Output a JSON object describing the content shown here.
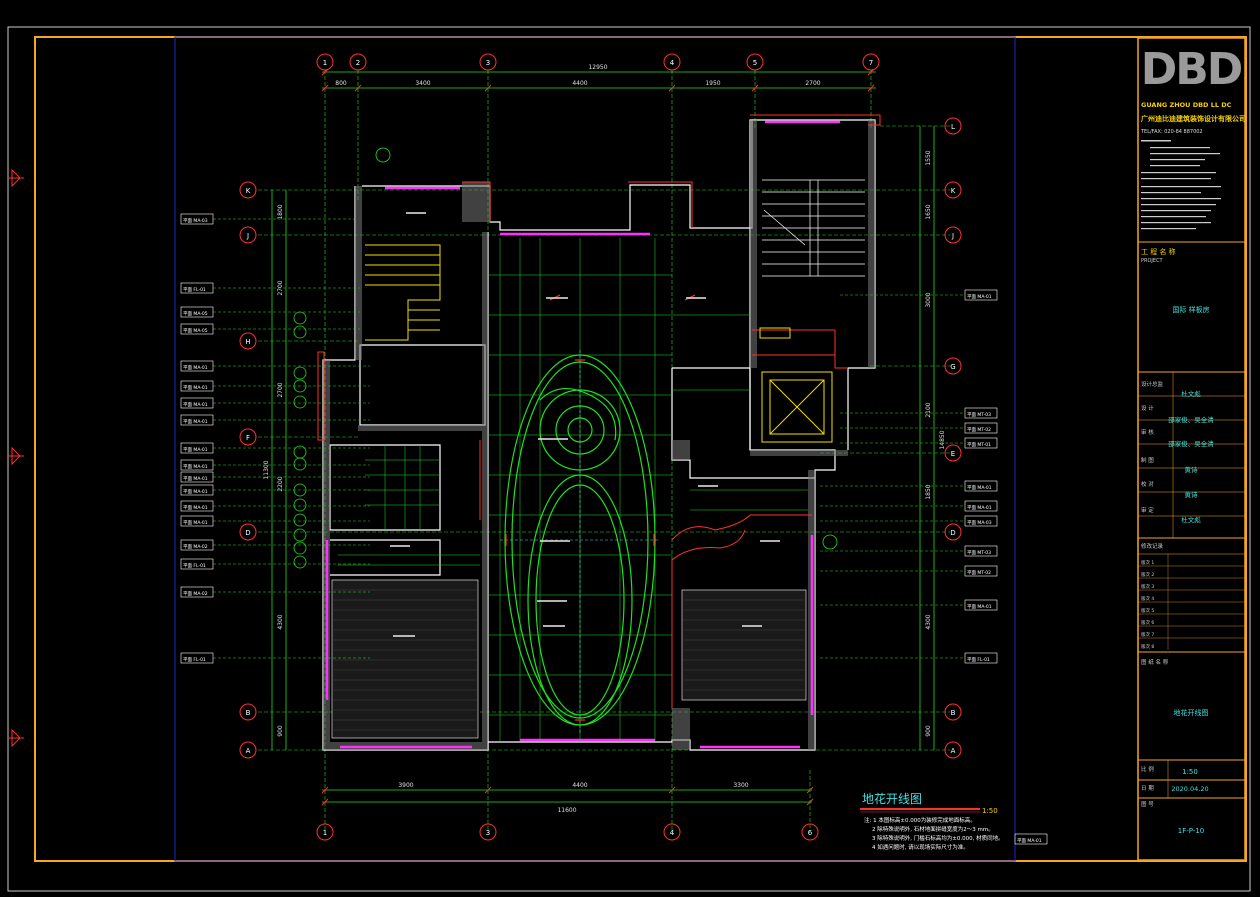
{
  "title_block": {
    "logo": "DBD",
    "company_en": "GUANG ZHOU DBD LL DC",
    "company_cn": "广州迪比迪建筑装饰设计有限公司",
    "tel": "TEL/FAX: 020-84 887002",
    "project_label": "工 程 名 称",
    "project_label_en": "PROJECT",
    "project_name": "国际 样板房",
    "rows": [
      {
        "label": "设计总监",
        "value": "杜文彪"
      },
      {
        "label": "设  计",
        "value": "邵家俊、吴全清"
      },
      {
        "label": "审  核",
        "value": "邵家俊、吴全清"
      },
      {
        "label": "制  图",
        "value": "黄诗"
      },
      {
        "label": "校  对",
        "value": "黄诗"
      },
      {
        "label": "审  定",
        "value": "杜文彪"
      }
    ],
    "revision_title": "修改记录",
    "revisions": [
      "版次 1",
      "版次 2",
      "版次 3",
      "版次 4",
      "版次 5",
      "版次 6",
      "版次 7",
      "版次 8"
    ],
    "drawing_name_label": "图 纸 名 称",
    "drawing_name": "地花开线图",
    "scale_label": "比  例",
    "scale": "1:50",
    "date_label": "日  期",
    "date": "2020.04.20",
    "number_label": "图  号",
    "number": "1F-P-10"
  },
  "drawing": {
    "title": "地花开线图",
    "scale": "1:50",
    "notes": [
      "注: 1 本图标高±0.000为装修完成地面标高。",
      "2 除特殊说明外, 石材地面拼缝宽度为2～3 mm。",
      "3 除特殊说明外, 门槛石标高均为±0.000, 材质同地。",
      "4 如遇问题时, 请以现场实际尺寸为准。"
    ],
    "bottom_tag": "平面 MA-01",
    "top_axes": [
      "1",
      "2",
      "3",
      "4",
      "5",
      "7"
    ],
    "bottom_axes": [
      "1",
      "3",
      "4",
      "6"
    ],
    "left_axes": [
      "K",
      "J",
      "H",
      "F",
      "D",
      "B",
      "A"
    ],
    "right_axes": [
      "L",
      "K",
      "J",
      "G",
      "E",
      "D",
      "B",
      "A"
    ],
    "top_dims": [
      "800",
      "3400",
      "4400",
      "1950",
      "2700"
    ],
    "top_total": "12950",
    "bottom_dims": [
      "3900",
      "4400",
      "3300"
    ],
    "bottom_total": "11600",
    "left_dims": [
      "1800",
      "2700",
      "2700",
      "2200",
      "4300",
      "900"
    ],
    "left_total": "11300",
    "right_dims": [
      "1550",
      "1650",
      "3000",
      "2100",
      "1850",
      "4300",
      "900"
    ],
    "right_total": "14850",
    "left_tags": [
      "平面 MA-03",
      "平面 FL-01",
      "平面 MA-05",
      "平面 MA-05",
      "平面 MA-01",
      "平面 MA-01",
      "平面 MA-01",
      "平面 MA-01",
      "平面 MA-01",
      "平面 MA-01",
      "平面 MA-01",
      "平面 MA-01",
      "平面 MA-01",
      "平面 MA-01",
      "平面 MA-02",
      "平面 FL-01",
      "平面 MA-02",
      "平面 FL-01"
    ],
    "right_tags": [
      "平面 MA-01",
      "平面 MT-03",
      "平面 MT-02",
      "平面 MT-01",
      "平面 MA-01",
      "平面 MA-01",
      "平面 MA-03",
      "平面 MT-03",
      "平面 MT-02",
      "平面 MA-01",
      "平面 FL-01"
    ]
  }
}
